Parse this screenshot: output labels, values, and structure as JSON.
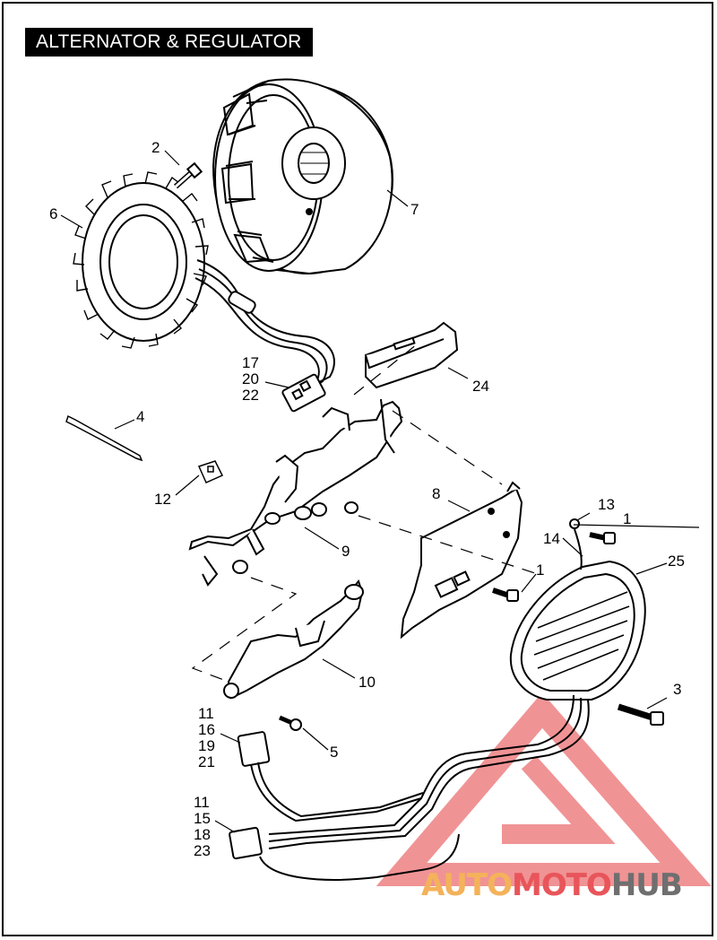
{
  "title": "ALTERNATOR & REGULATOR",
  "callouts": {
    "c2": "2",
    "c6": "6",
    "c7": "7",
    "c17": "17",
    "c20": "20",
    "c22": "22",
    "c24": "24",
    "c4": "4",
    "c12": "12",
    "c8": "8",
    "c13": "13",
    "c1a": "1",
    "c14": "14",
    "c1b": "1",
    "c25": "25",
    "c9": "9",
    "c10": "10",
    "c3": "3",
    "c11a": "11",
    "c16": "16",
    "c19": "19",
    "c21": "21",
    "c5": "5",
    "c11b": "11",
    "c15": "15",
    "c18": "18",
    "c23": "23"
  },
  "watermark": {
    "part1": "AUTO",
    "part2": "MOTO",
    "part3": "HUB"
  },
  "colors": {
    "watermark_orange": "#f4b25a",
    "watermark_red": "#e8555a",
    "watermark_gray": "#6f6f6f"
  }
}
